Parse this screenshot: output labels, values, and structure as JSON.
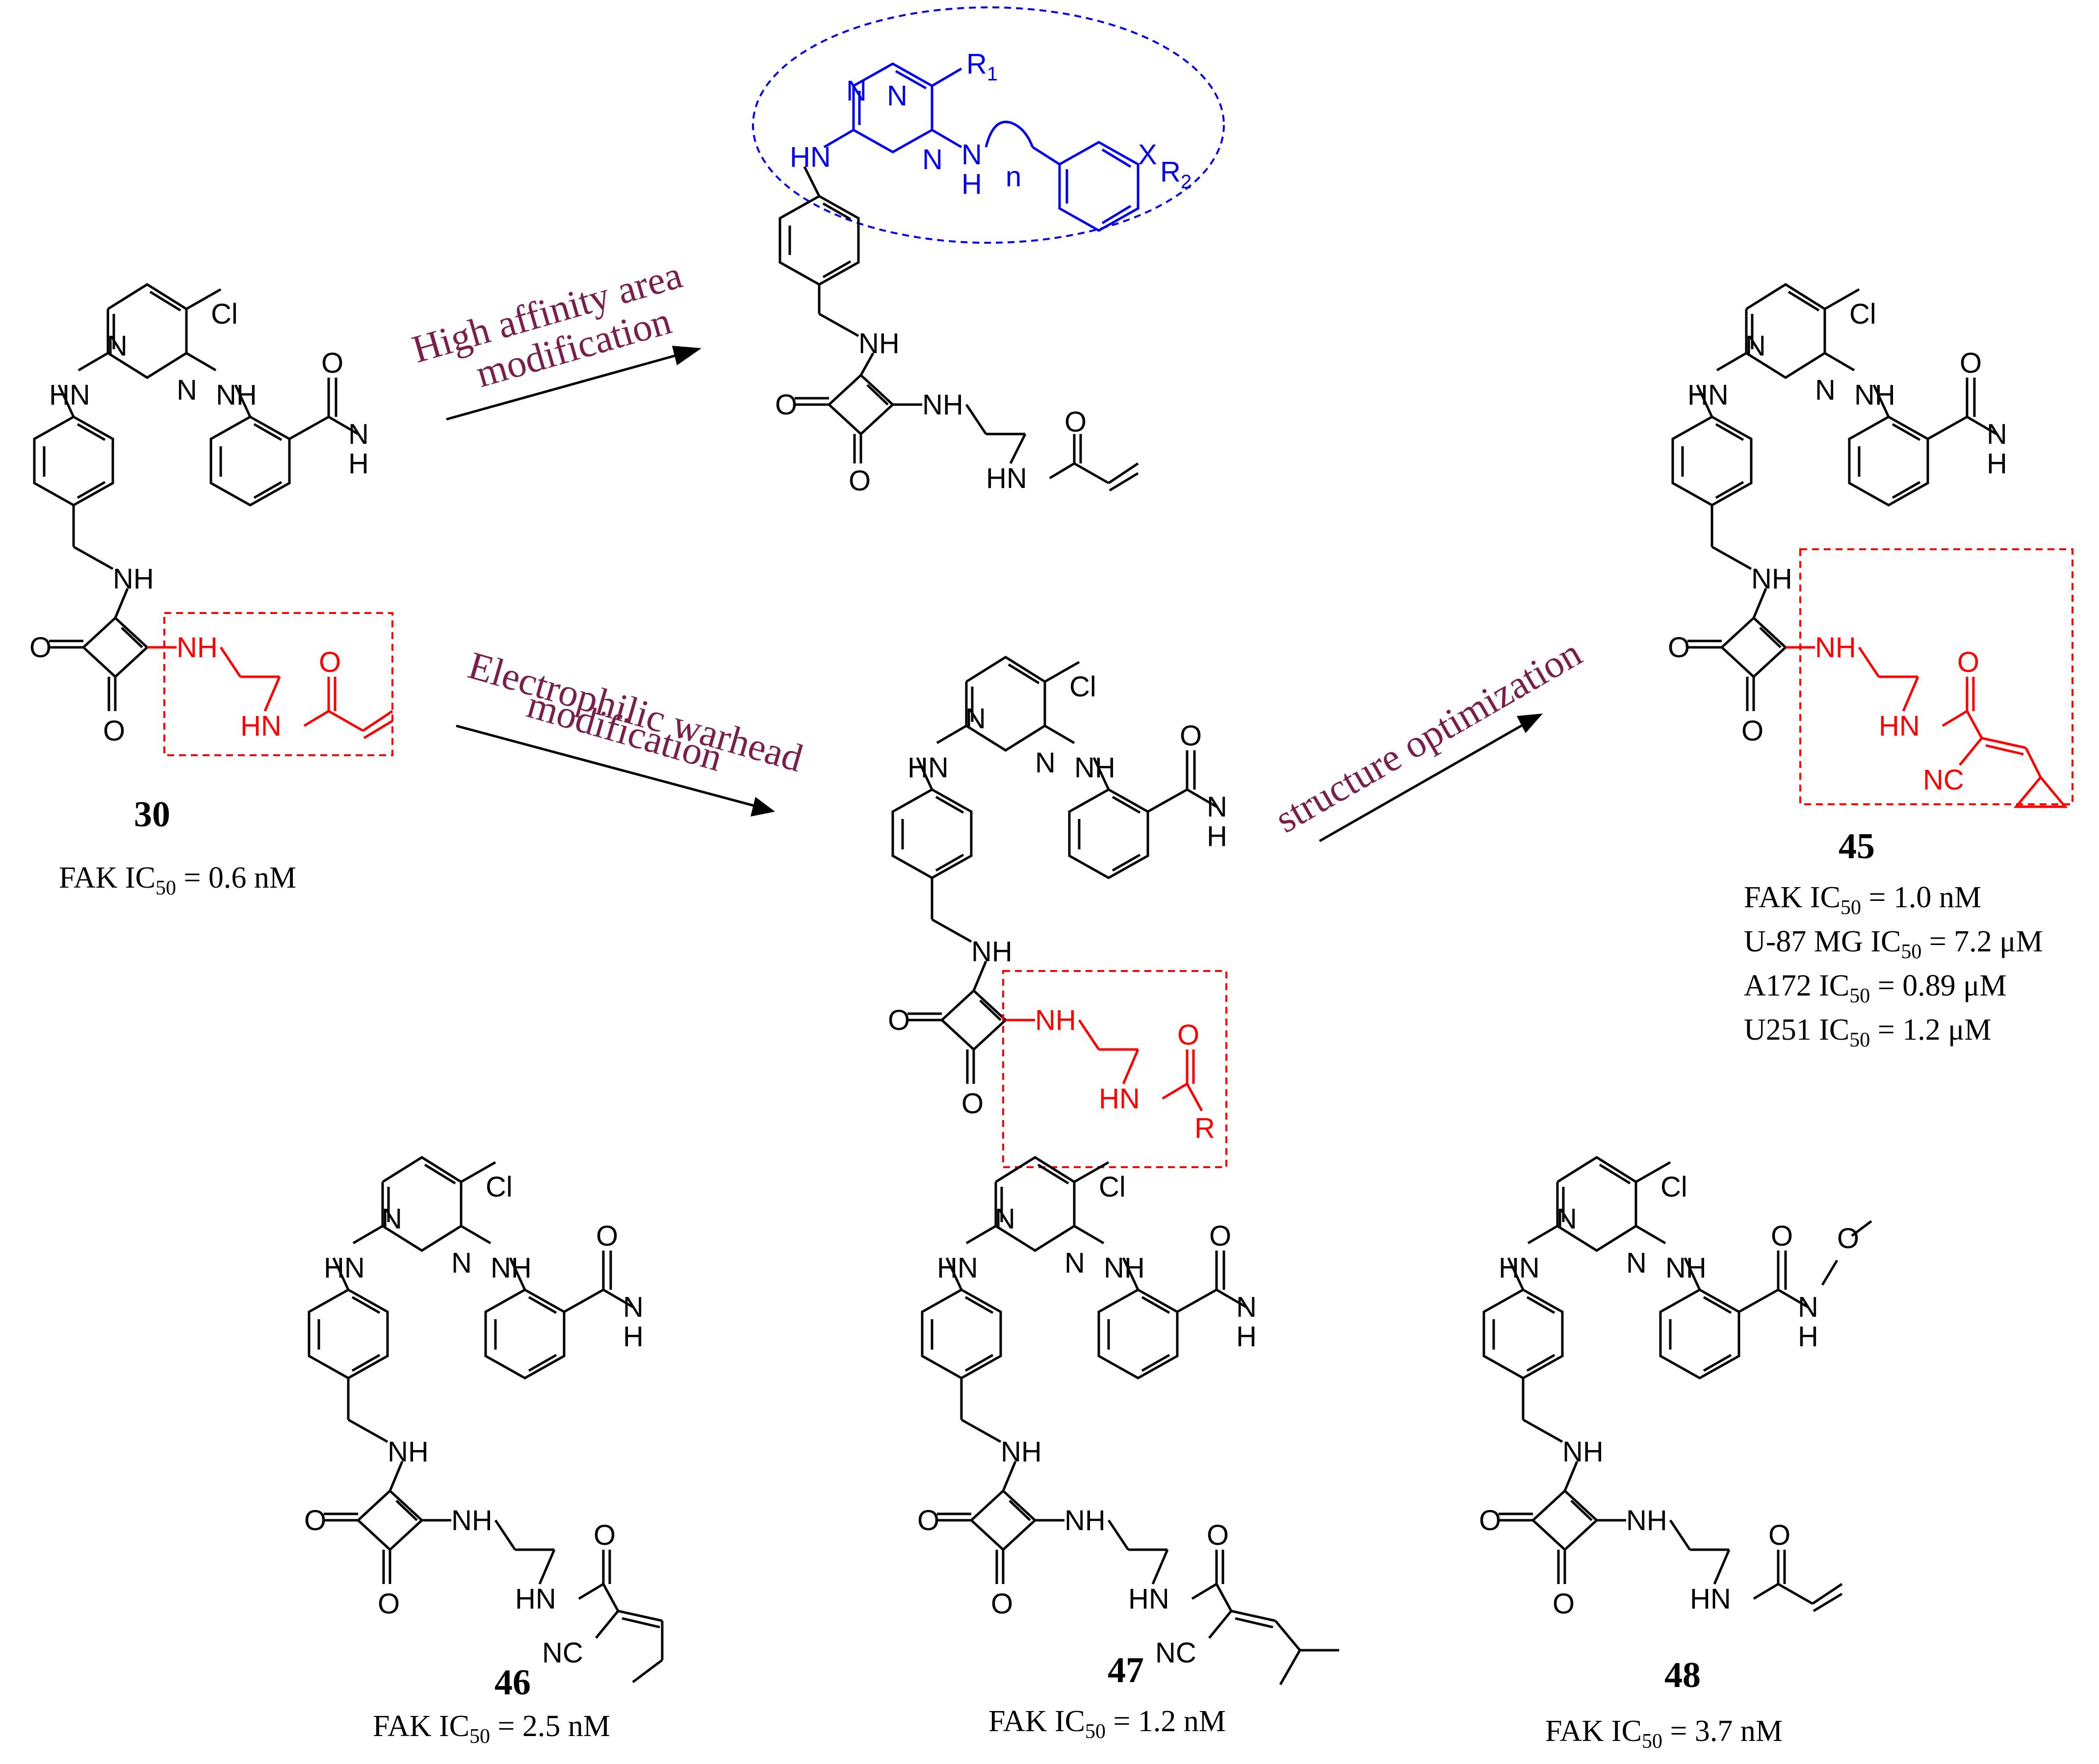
{
  "colors": {
    "bond": "#000000",
    "highlight_red": "#ff0000",
    "highlight_blue": "#0000ee",
    "arrow_label": "#7a1f4c"
  },
  "arrows": {
    "high_affinity_line1": "High affinity area",
    "high_affinity_line2": "modification",
    "electrophilic_line1": "Electrophilic warhead",
    "electrophilic_line2": "modification",
    "structure_opt": "structure optimization"
  },
  "compounds": {
    "c30": {
      "id": "30",
      "activities": [
        {
          "prefix": "FAK IC",
          "sub": "50",
          "suffix": " = 0.6 nM"
        }
      ]
    },
    "c45": {
      "id": "45",
      "activities": [
        {
          "prefix": "FAK IC",
          "sub": "50",
          "suffix": " = 1.0 nM"
        },
        {
          "prefix": "U-87 MG IC",
          "sub": "50",
          "suffix": " = 7.2 μM"
        },
        {
          "prefix": "A172 IC",
          "sub": "50",
          "suffix": " = 0.89 μM"
        },
        {
          "prefix": "U251 IC",
          "sub": "50",
          "suffix": " = 1.2 μM"
        }
      ]
    },
    "c46": {
      "id": "46",
      "activities": [
        {
          "prefix": "FAK IC",
          "sub": "50",
          "suffix": " = 2.5 nM"
        }
      ]
    },
    "c47": {
      "id": "47",
      "activities": [
        {
          "prefix": "FAK IC",
          "sub": "50",
          "suffix": " = 1.2 nM"
        }
      ]
    },
    "c48": {
      "id": "48",
      "activities": [
        {
          "prefix": "FAK IC",
          "sub": "50",
          "suffix": " = 3.7 nM"
        }
      ]
    }
  },
  "atom_labels": {
    "N": "N",
    "HN": "HN",
    "NH": "NH",
    "H": "H",
    "O": "O",
    "Cl": "Cl",
    "NC": "NC",
    "R": "R",
    "R1": "R",
    "R1_sub": "1",
    "R2": "R",
    "R2_sub": "2",
    "X": "X",
    "n": "n"
  }
}
